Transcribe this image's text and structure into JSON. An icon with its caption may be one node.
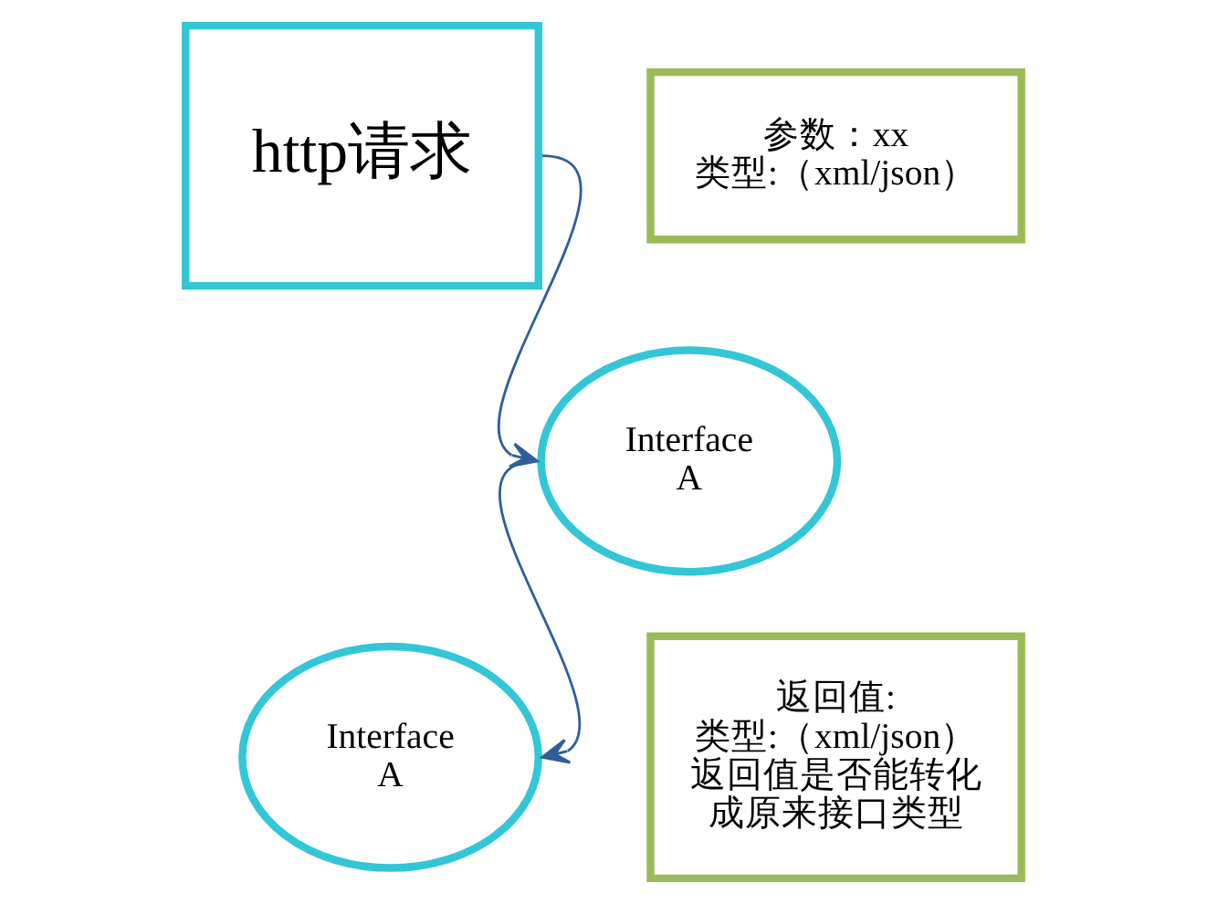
{
  "diagram": {
    "nodes": [
      {
        "text": [
          "http请求"
        ]
      },
      {
        "text": [
          "参数：xx",
          "类型:（xml/json）"
        ]
      },
      {
        "text": [
          "Interface A"
        ]
      },
      {
        "text": [
          "返回值:",
          "类型:（xml/json）",
          "返回值是否能转化成原来接口类型"
        ]
      },
      {
        "text": [
          "Interface A"
        ]
      }
    ],
    "edges": [
      {
        "from": 0,
        "to": 2,
        "arrow": "to"
      },
      {
        "from": 2,
        "to": 4,
        "arrow": "to"
      }
    ]
  }
}
